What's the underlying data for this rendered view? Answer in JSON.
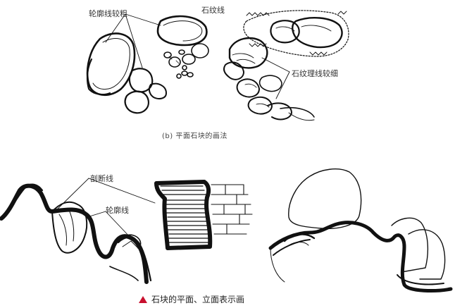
{
  "top_panel": {
    "label_outline_thick": "轮廓线较粗",
    "label_stone_texture": "石纹线",
    "label_texture_thin": "石纹理线较细",
    "caption": "(b) 平面石块的画法"
  },
  "bottom_panel": {
    "label_section_line": "剖断线",
    "label_outline": "轮廓线",
    "caption": "石块的平面、立面表示画"
  },
  "colors": {
    "ink": "#111111",
    "accent": "#c8102e",
    "label": "#333333"
  }
}
